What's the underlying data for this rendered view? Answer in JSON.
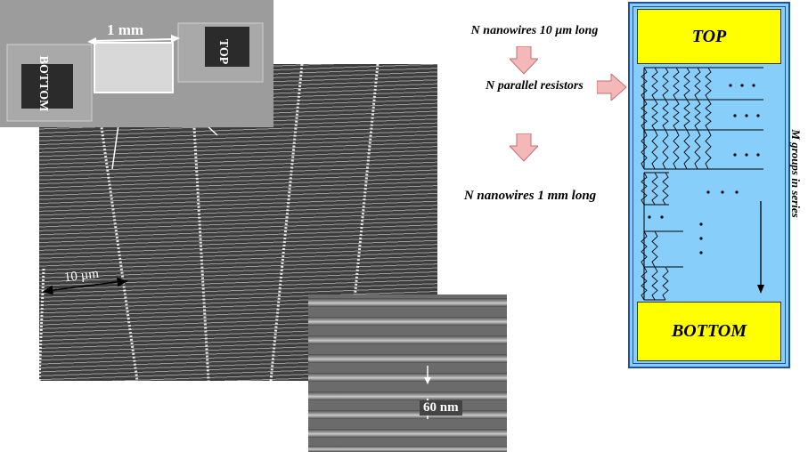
{
  "sem_main": {
    "scale_label": "10 µm"
  },
  "sem_top_inset": {
    "scale_label": "1 mm",
    "left_pad_label": "BOTTOM",
    "right_pad_label": "TOP"
  },
  "sem_bottom_inset": {
    "scale_label": "60 nm"
  },
  "flow": {
    "step1": "N nanowires 10 µm long",
    "step2": "N parallel resistors",
    "step3": "N nanowires 1 mm long"
  },
  "circuit": {
    "top_label": "TOP",
    "bottom_label": "BOTTOM",
    "side_label": "M groups in series",
    "ellipsis": "•  •  •",
    "pad_color": "#ffff00",
    "panel_color": "#87cefa",
    "arrow_color": "#f4b8b8"
  }
}
